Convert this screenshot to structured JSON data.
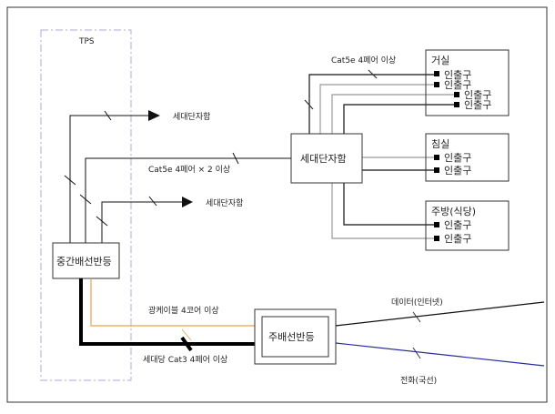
{
  "tps": {
    "label": "TPS"
  },
  "intermediate_panel": {
    "label": "중간배선반등"
  },
  "unit_box": {
    "label": "세대단자함"
  },
  "main_panel": {
    "label": "주배선반등"
  },
  "arrow_targets": [
    "세대단자함",
    "세대단자함"
  ],
  "cable_labels": {
    "cat5e_x2": "Cat5e 4페어 × 2 이상",
    "cat5e": "Cat5e 4페어 이상",
    "fiber": "광케이블 4코어 이상",
    "cat3": "세대당 Cat3 4페어 이상",
    "data": "데이터(인터넷)",
    "phone": "전화(국선)"
  },
  "rooms": [
    {
      "name": "거실",
      "outlets": [
        "인출구",
        "인출구",
        "인출구",
        "인출구"
      ]
    },
    {
      "name": "침실",
      "outlets": [
        "인출구",
        "인출구"
      ]
    },
    {
      "name": "주방(식당)",
      "outlets": [
        "인출구",
        "인출구"
      ]
    }
  ],
  "colors": {
    "fiber": "#e8a050",
    "phone": "#2a2aa0",
    "gray_line": "#999999",
    "tps_border": "#b0a8d8"
  }
}
